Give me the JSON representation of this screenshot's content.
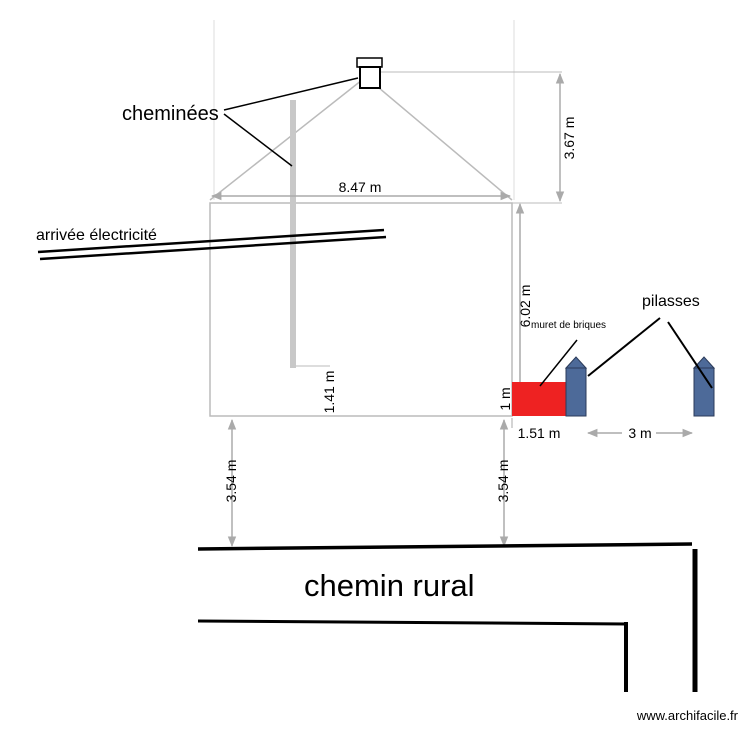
{
  "labels": {
    "chimneys": "cheminées",
    "electricity": "arrivée électricité",
    "pillars": "pilasses",
    "brick_wall": "muret  de briques",
    "road": "chemin rural",
    "watermark": "www.archifacile.fr"
  },
  "dimensions": {
    "roof_height": "3.67 m",
    "house_width": "8.47 m",
    "house_depth": "6.02 m",
    "chimney_offset": "1.41 m",
    "wall_height": "1 m",
    "wall_length": "1.51 m",
    "pillar_spacing": "3 m",
    "setback_left": "3.54 m",
    "setback_right": "3.54 m"
  },
  "colors": {
    "outline": "#bbbbbb",
    "chimney_bar": "#c8c8c8",
    "brick_wall": "#ee2222",
    "pillar": "#4d6a99",
    "ink": "#000000"
  }
}
